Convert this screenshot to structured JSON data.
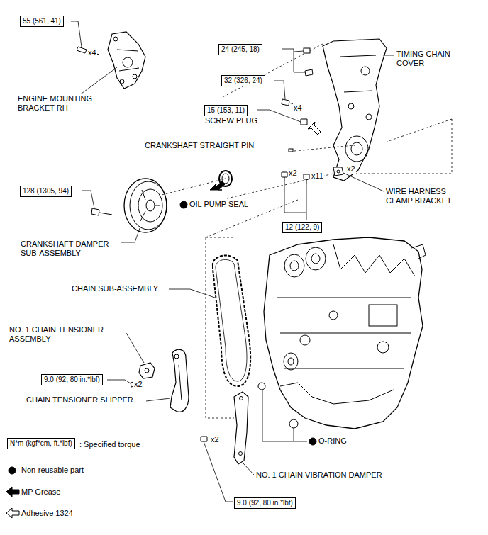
{
  "diagram": {
    "nodes": [
      {
        "text": [
          "55 (561, 41)"
        ]
      },
      {
        "text": [
          "24 (245, 18)"
        ]
      },
      {
        "text": [
          "32 (326, 24)"
        ]
      },
      {
        "text": [
          "15 (153, 11)"
        ]
      },
      {
        "text": [
          "128 (1305, 94)"
        ]
      },
      {
        "text": [
          "12 (122, 9)"
        ]
      },
      {
        "text": [
          "9.0 (92, 80 in.*lbf)"
        ]
      },
      {
        "text": [
          "N*m (kgf*cm, ft.*lbf)"
        ]
      },
      {
        "text": [
          "9.0 (92, 80 in.*lbf)"
        ]
      }
    ],
    "labels": [
      "x4",
      "ENGINE MOUNTING BRACKET RH",
      "TIMING CHAIN COVER",
      "x4",
      "SCREW PLUG",
      "CRANKSHAFT STRAIGHT PIN",
      "x2",
      "x11",
      "x2",
      "WIRE HARNESS CLAMP BRACKET",
      "OIL PUMP SEAL",
      "CRANKSHAFT DAMPER SUB-ASSEMBLY",
      "CHAIN SUB-ASSEMBLY",
      "NO. 1 CHAIN TENSIONER ASSEMBLY",
      "x2",
      "CHAIN TENSIONER SLIPPER",
      "O-RING",
      "x2",
      "NO. 1 CHAIN VIBRATION DAMPER"
    ],
    "legend": [
      {
        "text": ": Specified torque"
      },
      {
        "text": "Non-reusable part"
      },
      {
        "text": "MP Grease"
      },
      {
        "text": "Adhesive 1324"
      }
    ]
  }
}
